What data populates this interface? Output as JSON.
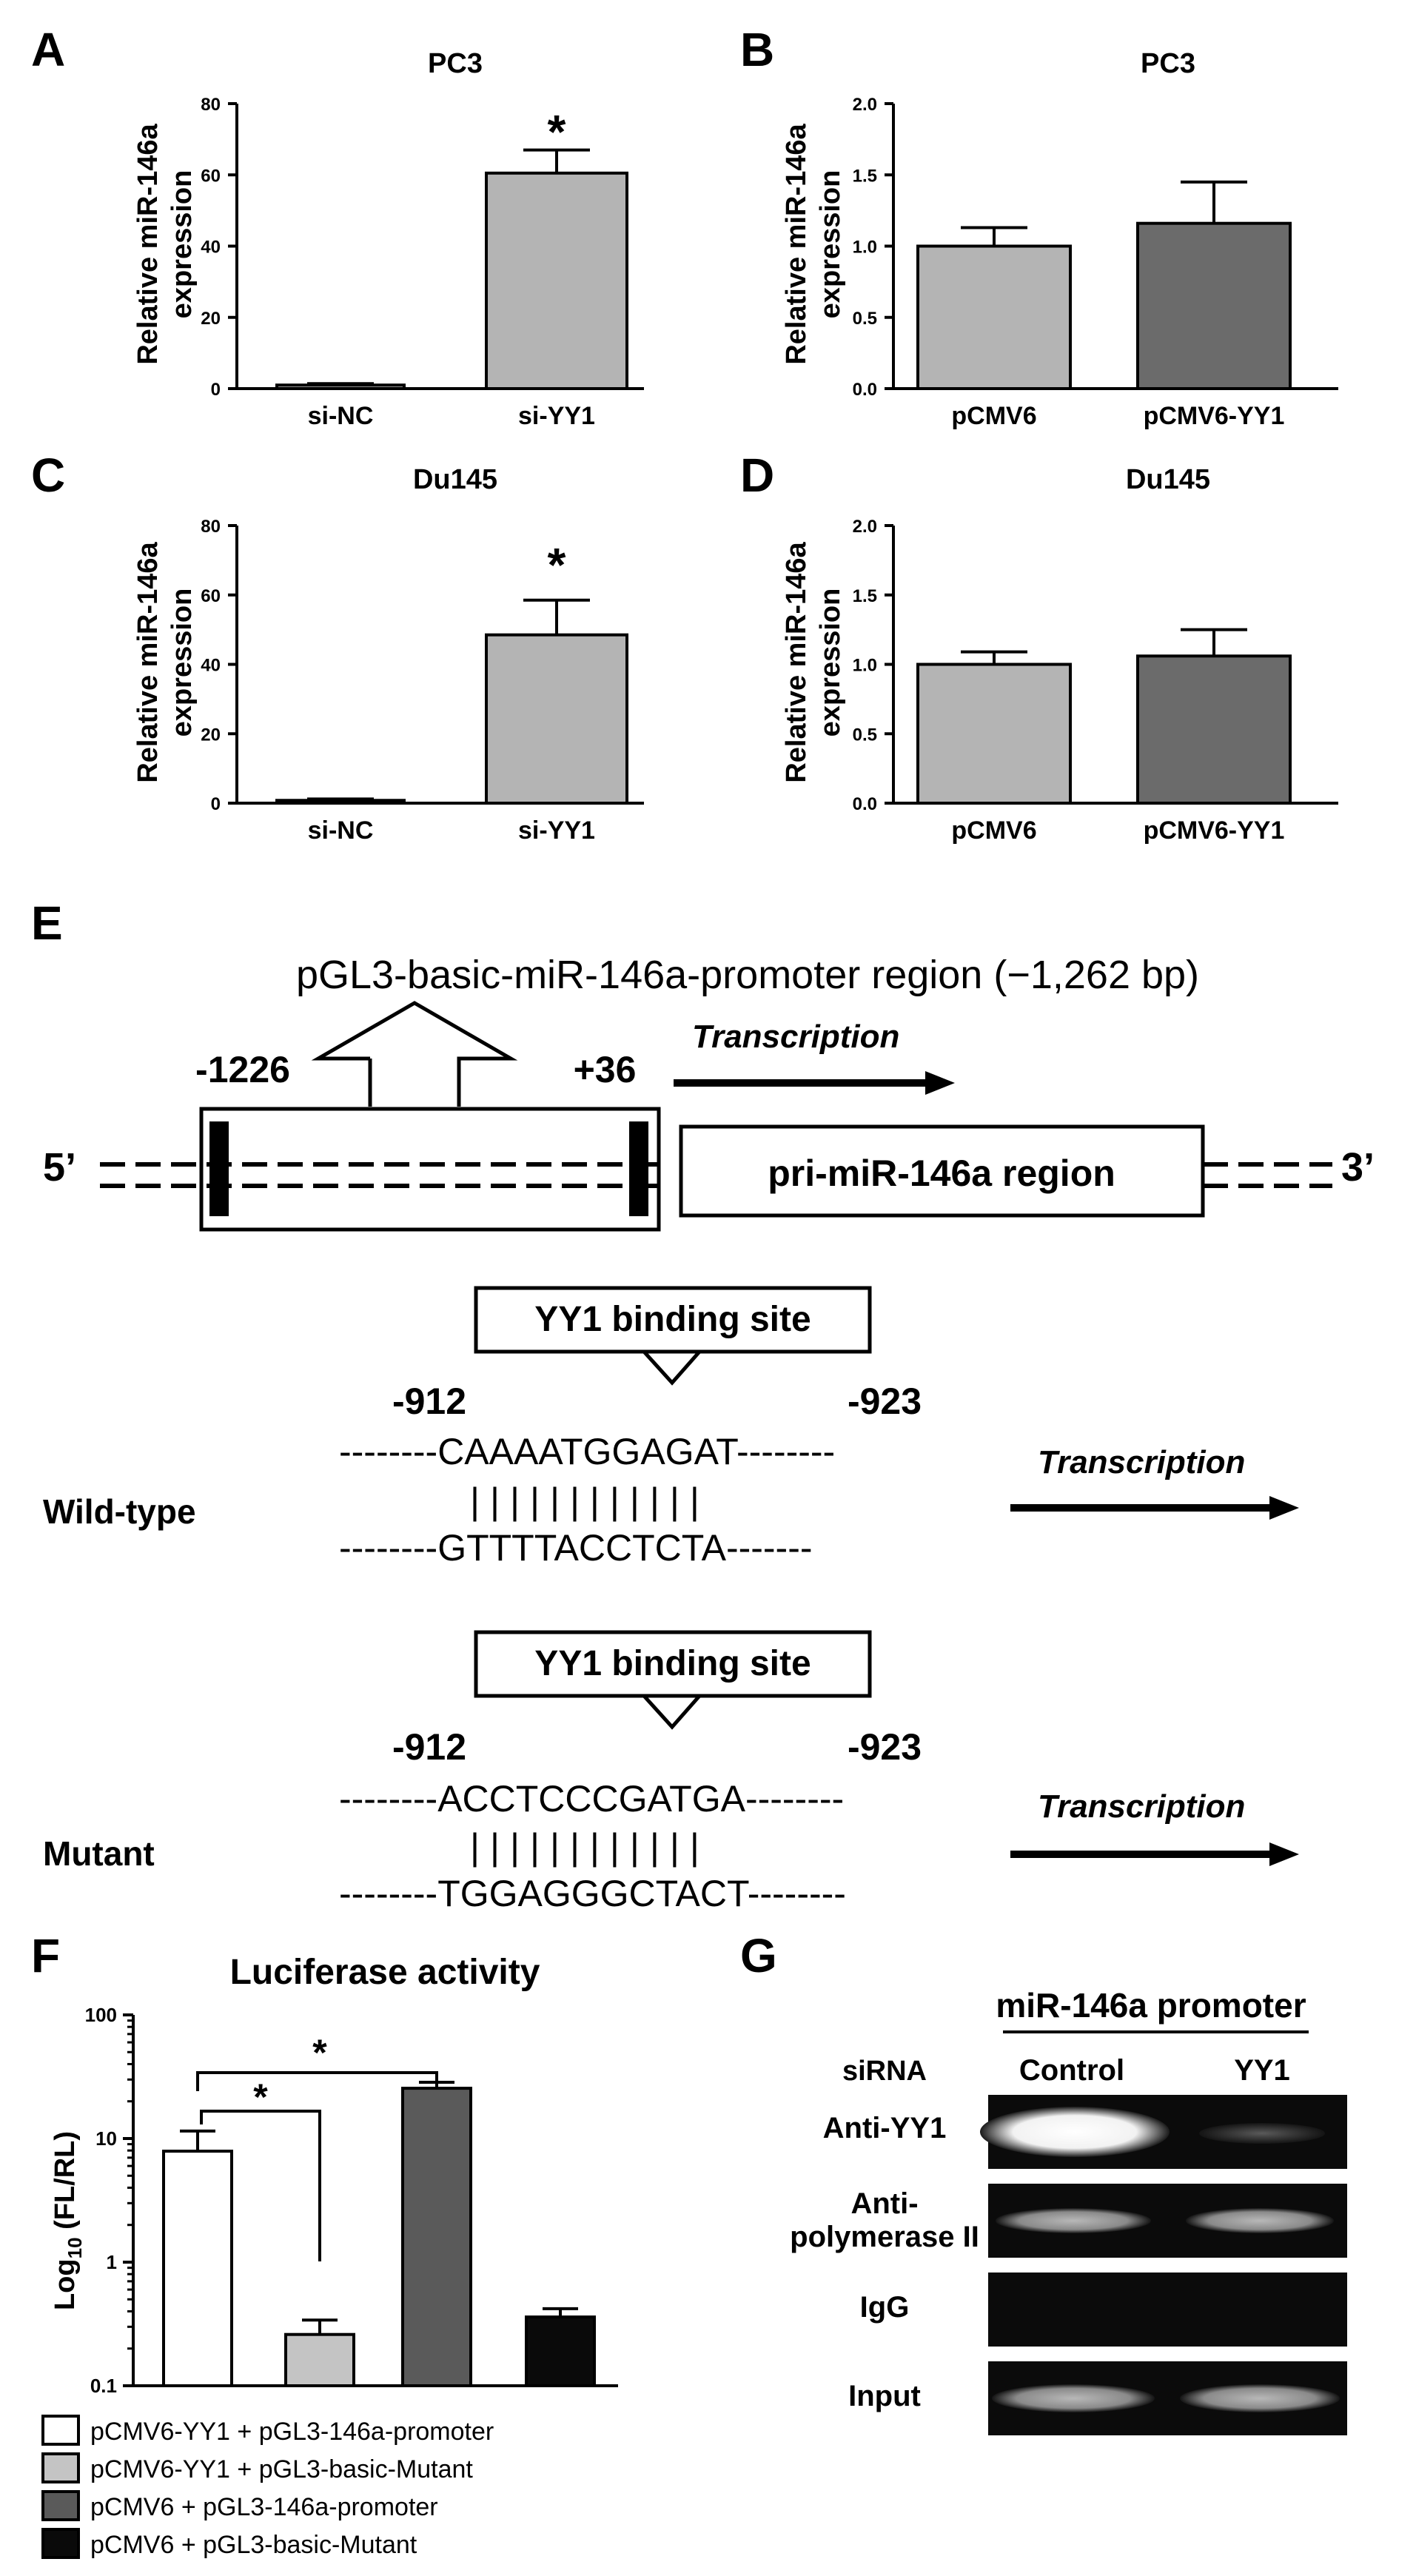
{
  "panels": {
    "A": {
      "letter": "A",
      "title": "PC3",
      "ylabel1": "Relative miR-146a",
      "ylabel2": "expression",
      "yticks": [
        "0",
        "20",
        "40",
        "60",
        "80"
      ],
      "categories": [
        "si-NC",
        "si-YY1"
      ],
      "star": "*"
    },
    "B": {
      "letter": "B",
      "title": "PC3",
      "ylabel1": "Relative miR-146a",
      "ylabel2": "expression",
      "yticks": [
        "0.0",
        "0.5",
        "1.0",
        "1.5",
        "2.0"
      ],
      "categories": [
        "pCMV6",
        "pCMV6-YY1"
      ]
    },
    "C": {
      "letter": "C",
      "title": "Du145",
      "ylabel1": "Relative miR-146a",
      "ylabel2": "expression",
      "yticks": [
        "0",
        "20",
        "40",
        "60",
        "80"
      ],
      "categories": [
        "si-NC",
        "si-YY1"
      ],
      "star": "*"
    },
    "D": {
      "letter": "D",
      "title": "Du145",
      "ylabel1": "Relative miR-146a",
      "ylabel2": "expression",
      "yticks": [
        "0.0",
        "0.5",
        "1.0",
        "1.5",
        "2.0"
      ],
      "categories": [
        "pCMV6",
        "pCMV6-YY1"
      ]
    },
    "F": {
      "letter": "F",
      "title": "Luciferase activity",
      "ylabel_pre": "Log",
      "ylabel_sub": "10",
      "ylabel_post": " (FL/RL)",
      "yticks": [
        "0.1",
        "1",
        "10",
        "100"
      ],
      "star1": "*",
      "star2": "*"
    },
    "G": {
      "letter": "G"
    }
  },
  "chart_data": [
    {
      "type": "bar",
      "panel": "A",
      "title": "PC3",
      "ylabel": "Relative miR-146a expression",
      "categories": [
        "si-NC",
        "si-YY1"
      ],
      "values": [
        1.0,
        60.5
      ],
      "errors": [
        0.4,
        6.5
      ],
      "colors": [
        "#b4b4b4",
        "#b4b4b4"
      ],
      "ylim": [
        0,
        80
      ]
    },
    {
      "type": "bar",
      "panel": "B",
      "title": "PC3",
      "ylabel": "Relative miR-146a expression",
      "categories": [
        "pCMV6",
        "pCMV6-YY1"
      ],
      "values": [
        1.0,
        1.16
      ],
      "errors": [
        0.13,
        0.29
      ],
      "colors": [
        "#b4b4b4",
        "#6b6b6b"
      ],
      "ylim": [
        0,
        2.0
      ]
    },
    {
      "type": "bar",
      "panel": "C",
      "title": "Du145",
      "ylabel": "Relative miR-146a expression",
      "categories": [
        "si-NC",
        "si-YY1"
      ],
      "values": [
        0.8,
        48.5
      ],
      "errors": [
        0.4,
        10.0
      ],
      "colors": [
        "#b4b4b4",
        "#b4b4b4"
      ],
      "ylim": [
        0,
        80
      ]
    },
    {
      "type": "bar",
      "panel": "D",
      "title": "Du145",
      "ylabel": "Relative miR-146a expression",
      "categories": [
        "pCMV6",
        "pCMV6-YY1"
      ],
      "values": [
        1.0,
        1.06
      ],
      "errors": [
        0.09,
        0.19
      ],
      "colors": [
        "#b4b4b4",
        "#6b6b6b"
      ],
      "ylim": [
        0,
        2.0
      ]
    },
    {
      "type": "bar",
      "panel": "F",
      "title": "Luciferase activity",
      "ylabel": "Log10 (FL/RL)",
      "yscale": "log",
      "ylim": [
        0.1,
        100
      ],
      "series": [
        {
          "name": "pCMV6-YY1 + pGL3-146a-promoter",
          "value": 7.9,
          "error_top": 11.5,
          "color": "#ffffff"
        },
        {
          "name": "pCMV6-YY1 + pGL3-basic-Mutant",
          "value": 0.26,
          "error_top": 0.34,
          "color": "#c4c4c4"
        },
        {
          "name": "pCMV6 + pGL3-146a-promoter",
          "value": 25.5,
          "error_top": 28.5,
          "color": "#5a5a5a"
        },
        {
          "name": "pCMV6 + pGL3-basic-Mutant",
          "value": 0.36,
          "error_top": 0.42,
          "color": "#0a0a0a"
        }
      ],
      "legend": "bottom"
    }
  ],
  "schematic": {
    "letter": "E",
    "title": "pGL3-basic-miR-146a-promoter region (−1,262 bp)",
    "left_coord": "-1226",
    "right_coord": "+36",
    "transcription": "Transcription",
    "five_prime": "5’",
    "three_prime": "3’",
    "pri_region": "pri-miR-146a region",
    "wild": {
      "label": "Wild-type",
      "site": "YY1 binding site",
      "pos_left": "-912",
      "pos_right": "-923",
      "top_dash_l": "--------",
      "top_seq": "CAAAATGGAGAT",
      "top_dash_r": "--------",
      "bars": "||||||||||||",
      "bot_dash_l": "--------",
      "bot_seq": "GTTTTACCTCTA",
      "bot_dash_r": "-------",
      "transcription": "Transcription"
    },
    "mutant": {
      "label": "Mutant",
      "site": "YY1 binding site",
      "pos_left": "-912",
      "pos_right": "-923",
      "top_dash_l": "--------",
      "top_seq": "ACCTCCCGATGA",
      "top_dash_r": "--------",
      "bars": "||||||||||||",
      "bot_dash_l": "--------",
      "bot_seq": "TGGAGGGCTACT",
      "bot_dash_r": "--------",
      "transcription": "Transcription"
    }
  },
  "gel": {
    "title": "miR-146a promoter",
    "sirna_label": "siRNA",
    "col1": "Control",
    "col2": "YY1",
    "rows": [
      {
        "label1": "Anti-YY1",
        "label2": ""
      },
      {
        "label1": "Anti-",
        "label2": "polymerase II"
      },
      {
        "label1": "IgG",
        "label2": ""
      },
      {
        "label1": "Input",
        "label2": ""
      }
    ]
  }
}
